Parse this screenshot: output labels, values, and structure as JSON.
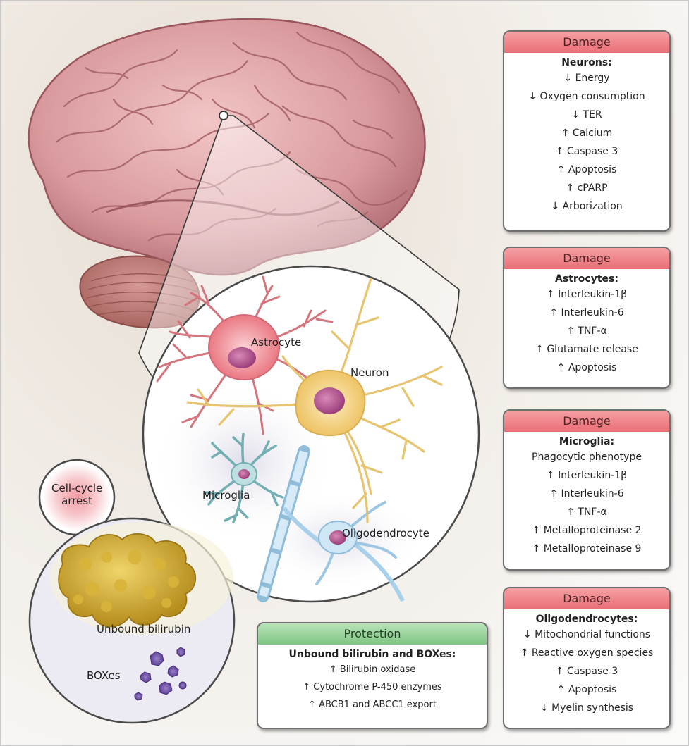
{
  "cell_labels": {
    "astrocyte": "Astrocyte",
    "neuron": "Neuron",
    "microglia": "Microglia",
    "oligodendrocyte": "Oligodendrocyte",
    "cell_cycle_arrest_line1": "Cell-cycle",
    "cell_cycle_arrest_line2": "arrest",
    "unbound_bilirubin": "Unbound bilirubin",
    "boxes": "BOXes"
  },
  "damage_boxes": [
    {
      "title": "Damage",
      "subtitle": "Neurons:",
      "items": [
        "↓ Energy",
        "↓ Oxygen consumption",
        "↓ TER",
        "↑ Calcium",
        "↑ Caspase 3",
        "↑ Apoptosis",
        "↑ cPARP",
        "↓ Arborization"
      ]
    },
    {
      "title": "Damage",
      "subtitle": "Astrocytes:",
      "items": [
        "↑ Interleukin-1β",
        "↑ Interleukin-6",
        "↑ TNF-α",
        "↑ Glutamate release",
        "↑ Apoptosis"
      ]
    },
    {
      "title": "Damage",
      "subtitle": "Microglia:",
      "items": [
        "Phagocytic phenotype",
        "↑ Interleukin-1β",
        "↑ Interleukin-6",
        "↑ TNF-α",
        "↑ Metalloproteinase 2",
        "↑ Metalloproteinase 9"
      ]
    },
    {
      "title": "Damage",
      "subtitle": "Oligodendrocytes:",
      "items": [
        "↓ Mitochondrial functions",
        "↑ Reactive oxygen species",
        "↑ Caspase 3",
        "↑ Apoptosis",
        "↓ Myelin synthesis"
      ]
    }
  ],
  "protection_box": {
    "title": "Protection",
    "subtitle": "Unbound bilirubin and BOXes:",
    "items": [
      "↑ Bilirubin oxidase",
      "↑ Cytochrome P-450 enzymes",
      "↑ ABCB1 and ABCC1 export"
    ]
  },
  "colors": {
    "damage_header": "#ea6e76",
    "protection_header": "#7fc683",
    "astrocyte": "#e8707a",
    "neuron": "#f0d07a",
    "microglia": "#8ec4c8",
    "oligodendrocyte": "#a8d0ea",
    "bilirubin": "#c9a227",
    "boxes": "#7b5fae"
  }
}
